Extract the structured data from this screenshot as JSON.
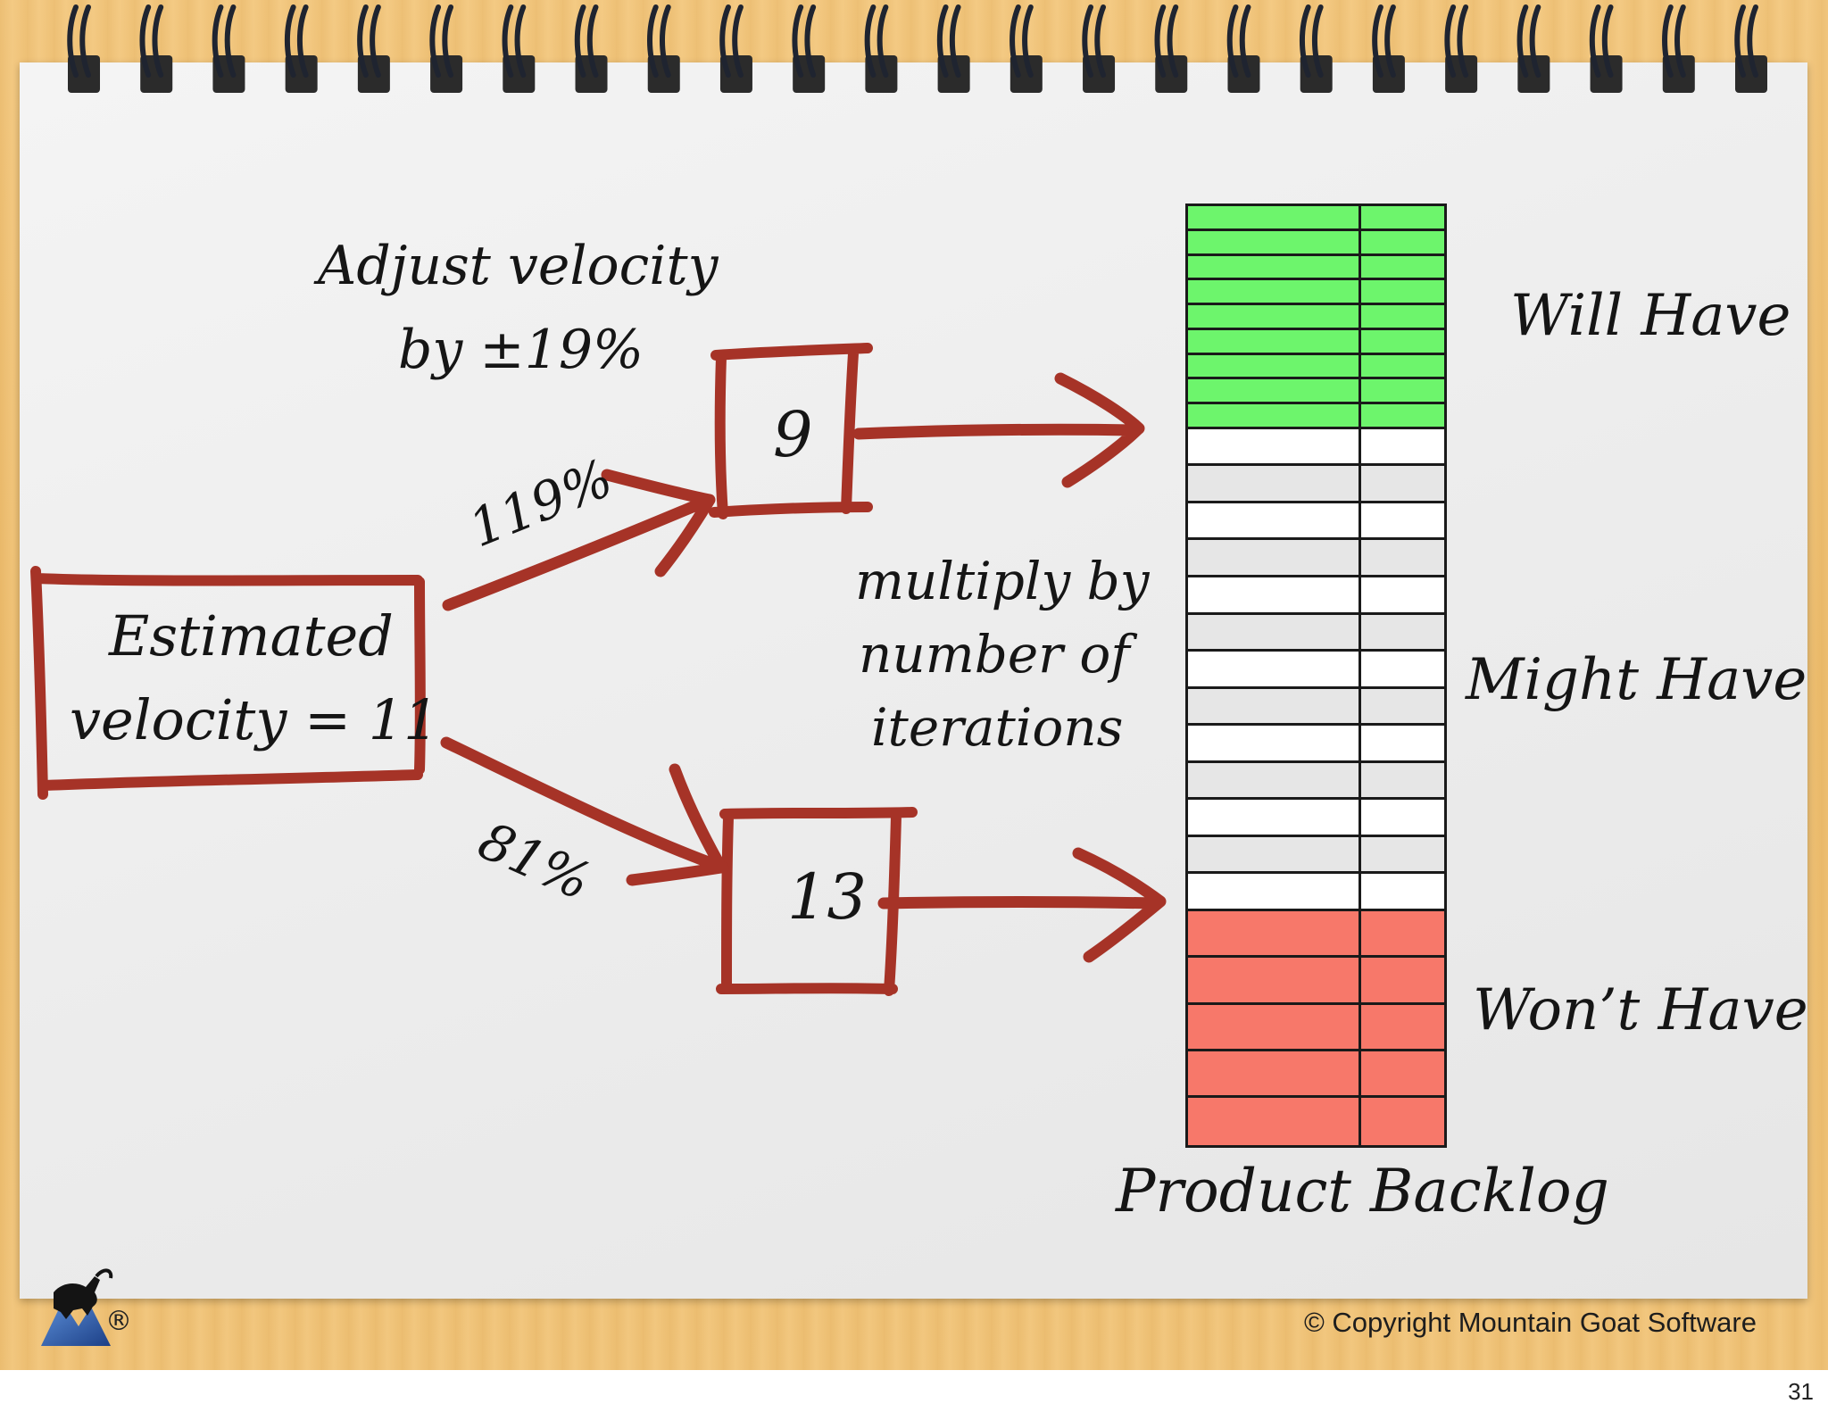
{
  "diagram": {
    "adjust_line1": "Adjust velocity",
    "adjust_line2": "by ±19%",
    "estimate_line1": "Estimated",
    "estimate_line2": "velocity = 11",
    "pct_high": "119%",
    "pct_low": "81%",
    "box_low_value": "9",
    "box_high_value": "13",
    "multiply_line1": "multiply by",
    "multiply_line2": "number of",
    "multiply_line3": "iterations"
  },
  "backlog": {
    "title": "Product Backlog",
    "label_will": "Will Have",
    "label_might": "Might Have",
    "label_wont": "Won’t Have",
    "will_rows": 9,
    "might_rows": 13,
    "wont_rows": 5
  },
  "colors": {
    "will": "#6df56c",
    "might_light": "#ffffff",
    "might_shade": "#e6e6e6",
    "wont": "#f7786a",
    "marker_red": "#a63327"
  },
  "footer": {
    "copyright": "© Copyright Mountain Goat Software",
    "page_number": "31",
    "logo_icon": "mountain-goat-logo-icon",
    "registered_mark": "®"
  }
}
